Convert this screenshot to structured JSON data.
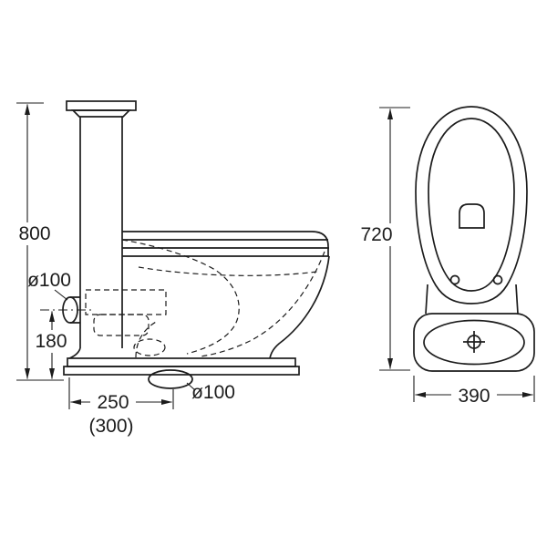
{
  "colors": {
    "line": "#1c1c1c",
    "background": "#ffffff"
  },
  "side_view": {
    "dim_total_height": "800",
    "dim_inlet_diameter": "ø100",
    "dim_inlet_center_height": "180",
    "dim_outlet_setout": "250",
    "dim_outlet_setout_alt": "(300)",
    "dim_outlet_diameter": "ø100"
  },
  "top_view": {
    "dim_overall_depth": "720",
    "dim_base_width": "390"
  }
}
